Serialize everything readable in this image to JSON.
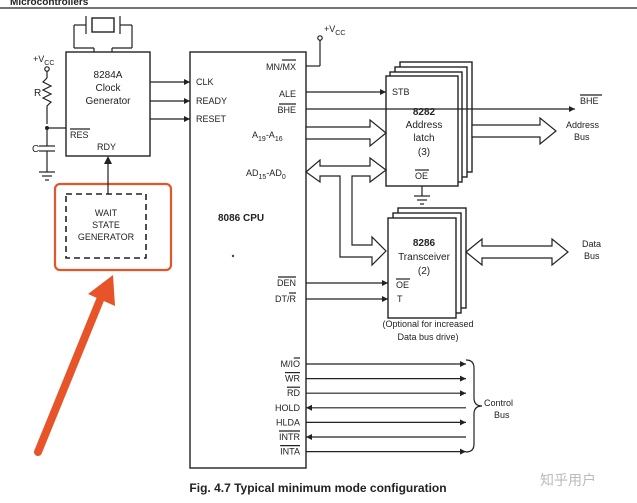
{
  "header": {
    "text": "Microcontrollers"
  },
  "vcc_top": "+V",
  "vcc_top_sub": "CC",
  "vcc_left": "+V",
  "vcc_left_sub": "CC",
  "components": {
    "resistor": "R",
    "capacitor": "C"
  },
  "clock_gen": {
    "line1": "8284A",
    "line2": "Clock",
    "line3": "Generator",
    "res_pin": "RES",
    "rdy_pin": "RDY"
  },
  "wait_state": {
    "line1": "WAIT",
    "line2": "STATE",
    "line3": "GENERATOR"
  },
  "cpu": {
    "label": "8086 CPU",
    "pins_left": [
      "CLK",
      "READY",
      "RESET"
    ],
    "mn_mx": "MN/MX",
    "ale": "ALE",
    "bhe": "BHE",
    "a_range": "A",
    "a_sub1": "19",
    "a_dash": "-A",
    "a_sub2": "16",
    "ad_range": "AD",
    "ad_sub1": "15",
    "ad_dash": "-AD",
    "ad_sub2": "0",
    "den": "DEN",
    "dt_r": "DT/R",
    "control_pins": [
      "M/IO",
      "WR",
      "RD",
      "HOLD",
      "HLDA",
      "INTR",
      "INTA"
    ]
  },
  "latch": {
    "stb": "STB",
    "line1": "8282",
    "line2": "Address",
    "line3": "latch",
    "line4": "(3)",
    "oe": "OE"
  },
  "transceiver": {
    "line1": "8286",
    "line2": "Transceiver",
    "line3": "(2)",
    "oe": "OE",
    "t": "T"
  },
  "note": {
    "line1": "(Optional for increased",
    "line2": "Data bus drive)"
  },
  "outputs": {
    "bhe": "BHE",
    "address_bus1": "Address",
    "address_bus2": "Bus",
    "data_bus1": "Data",
    "data_bus2": "Bus",
    "control_bus1": "Control",
    "control_bus2": "Bus"
  },
  "caption": "Fig. 4.7 Typical minimum mode configuration",
  "watermark": "知乎用户",
  "colors": {
    "highlight": "#e8542a",
    "ink": "#222222"
  }
}
